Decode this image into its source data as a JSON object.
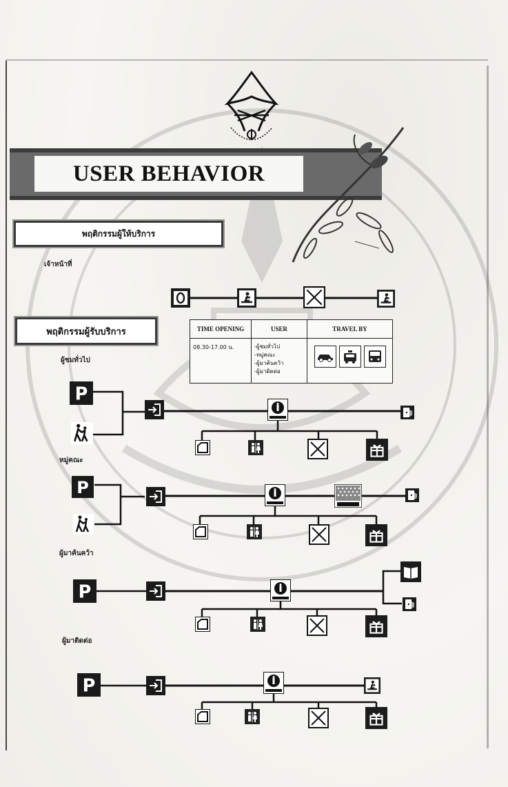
{
  "header": {
    "title": "USER BEHAVIOR"
  },
  "staff_section": {
    "label": "พฤติกรรมผู้ให้บริการ",
    "sub_label": "เจ้าหน้าที่"
  },
  "visitor_section": {
    "label": "พฤติกรรมผู้รับบริการ",
    "groups": [
      {
        "label": "ผู้ชมทั่วไป"
      },
      {
        "label": "หมู่คณะ"
      },
      {
        "label": "ผู้มาค้นคว้า"
      },
      {
        "label": "ผู้มาติดต่อ"
      }
    ]
  },
  "info_table": {
    "headers": [
      "TIME OPENING",
      "USER",
      "TRAVEL BY"
    ],
    "time": "08.30-17.00 น.",
    "users": [
      "-ผู้ชมทั่วไป",
      "-หมู่คณะ",
      "-ผู้มาค้นคว้า",
      "-ผู้มาติดต่อ"
    ],
    "vehicles": [
      "car-icon",
      "taxi-icon",
      "bus-icon"
    ]
  },
  "icons": {
    "parking": "P",
    "info_tag": "INFORMATION"
  }
}
